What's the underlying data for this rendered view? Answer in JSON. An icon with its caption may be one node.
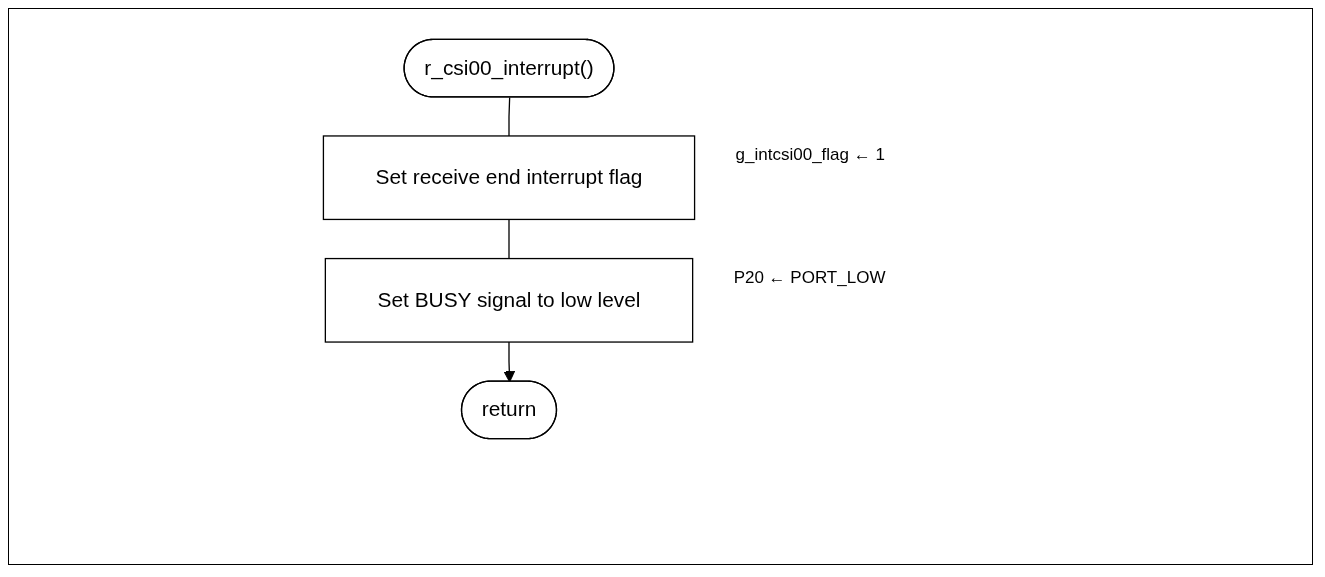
{
  "diagram": {
    "nodes": [
      {
        "text": [
          "r_csi00_interrupt()"
        ]
      },
      {
        "text": [
          "Set receive end interrupt flag"
        ],
        "beside": [
          "g_intcsi00_flag ← 1"
        ]
      },
      {
        "text": [
          "Set BUSY signal to low level"
        ],
        "beside": [
          "P20 ← PORT_LOW"
        ]
      },
      {
        "text": [
          "return"
        ]
      }
    ],
    "edges": [
      {
        "from": 0,
        "to": 1,
        "arrow": "none"
      },
      {
        "from": 1,
        "to": 2,
        "arrow": "none"
      },
      {
        "from": 2,
        "to": 3,
        "arrow": "to"
      }
    ]
  }
}
